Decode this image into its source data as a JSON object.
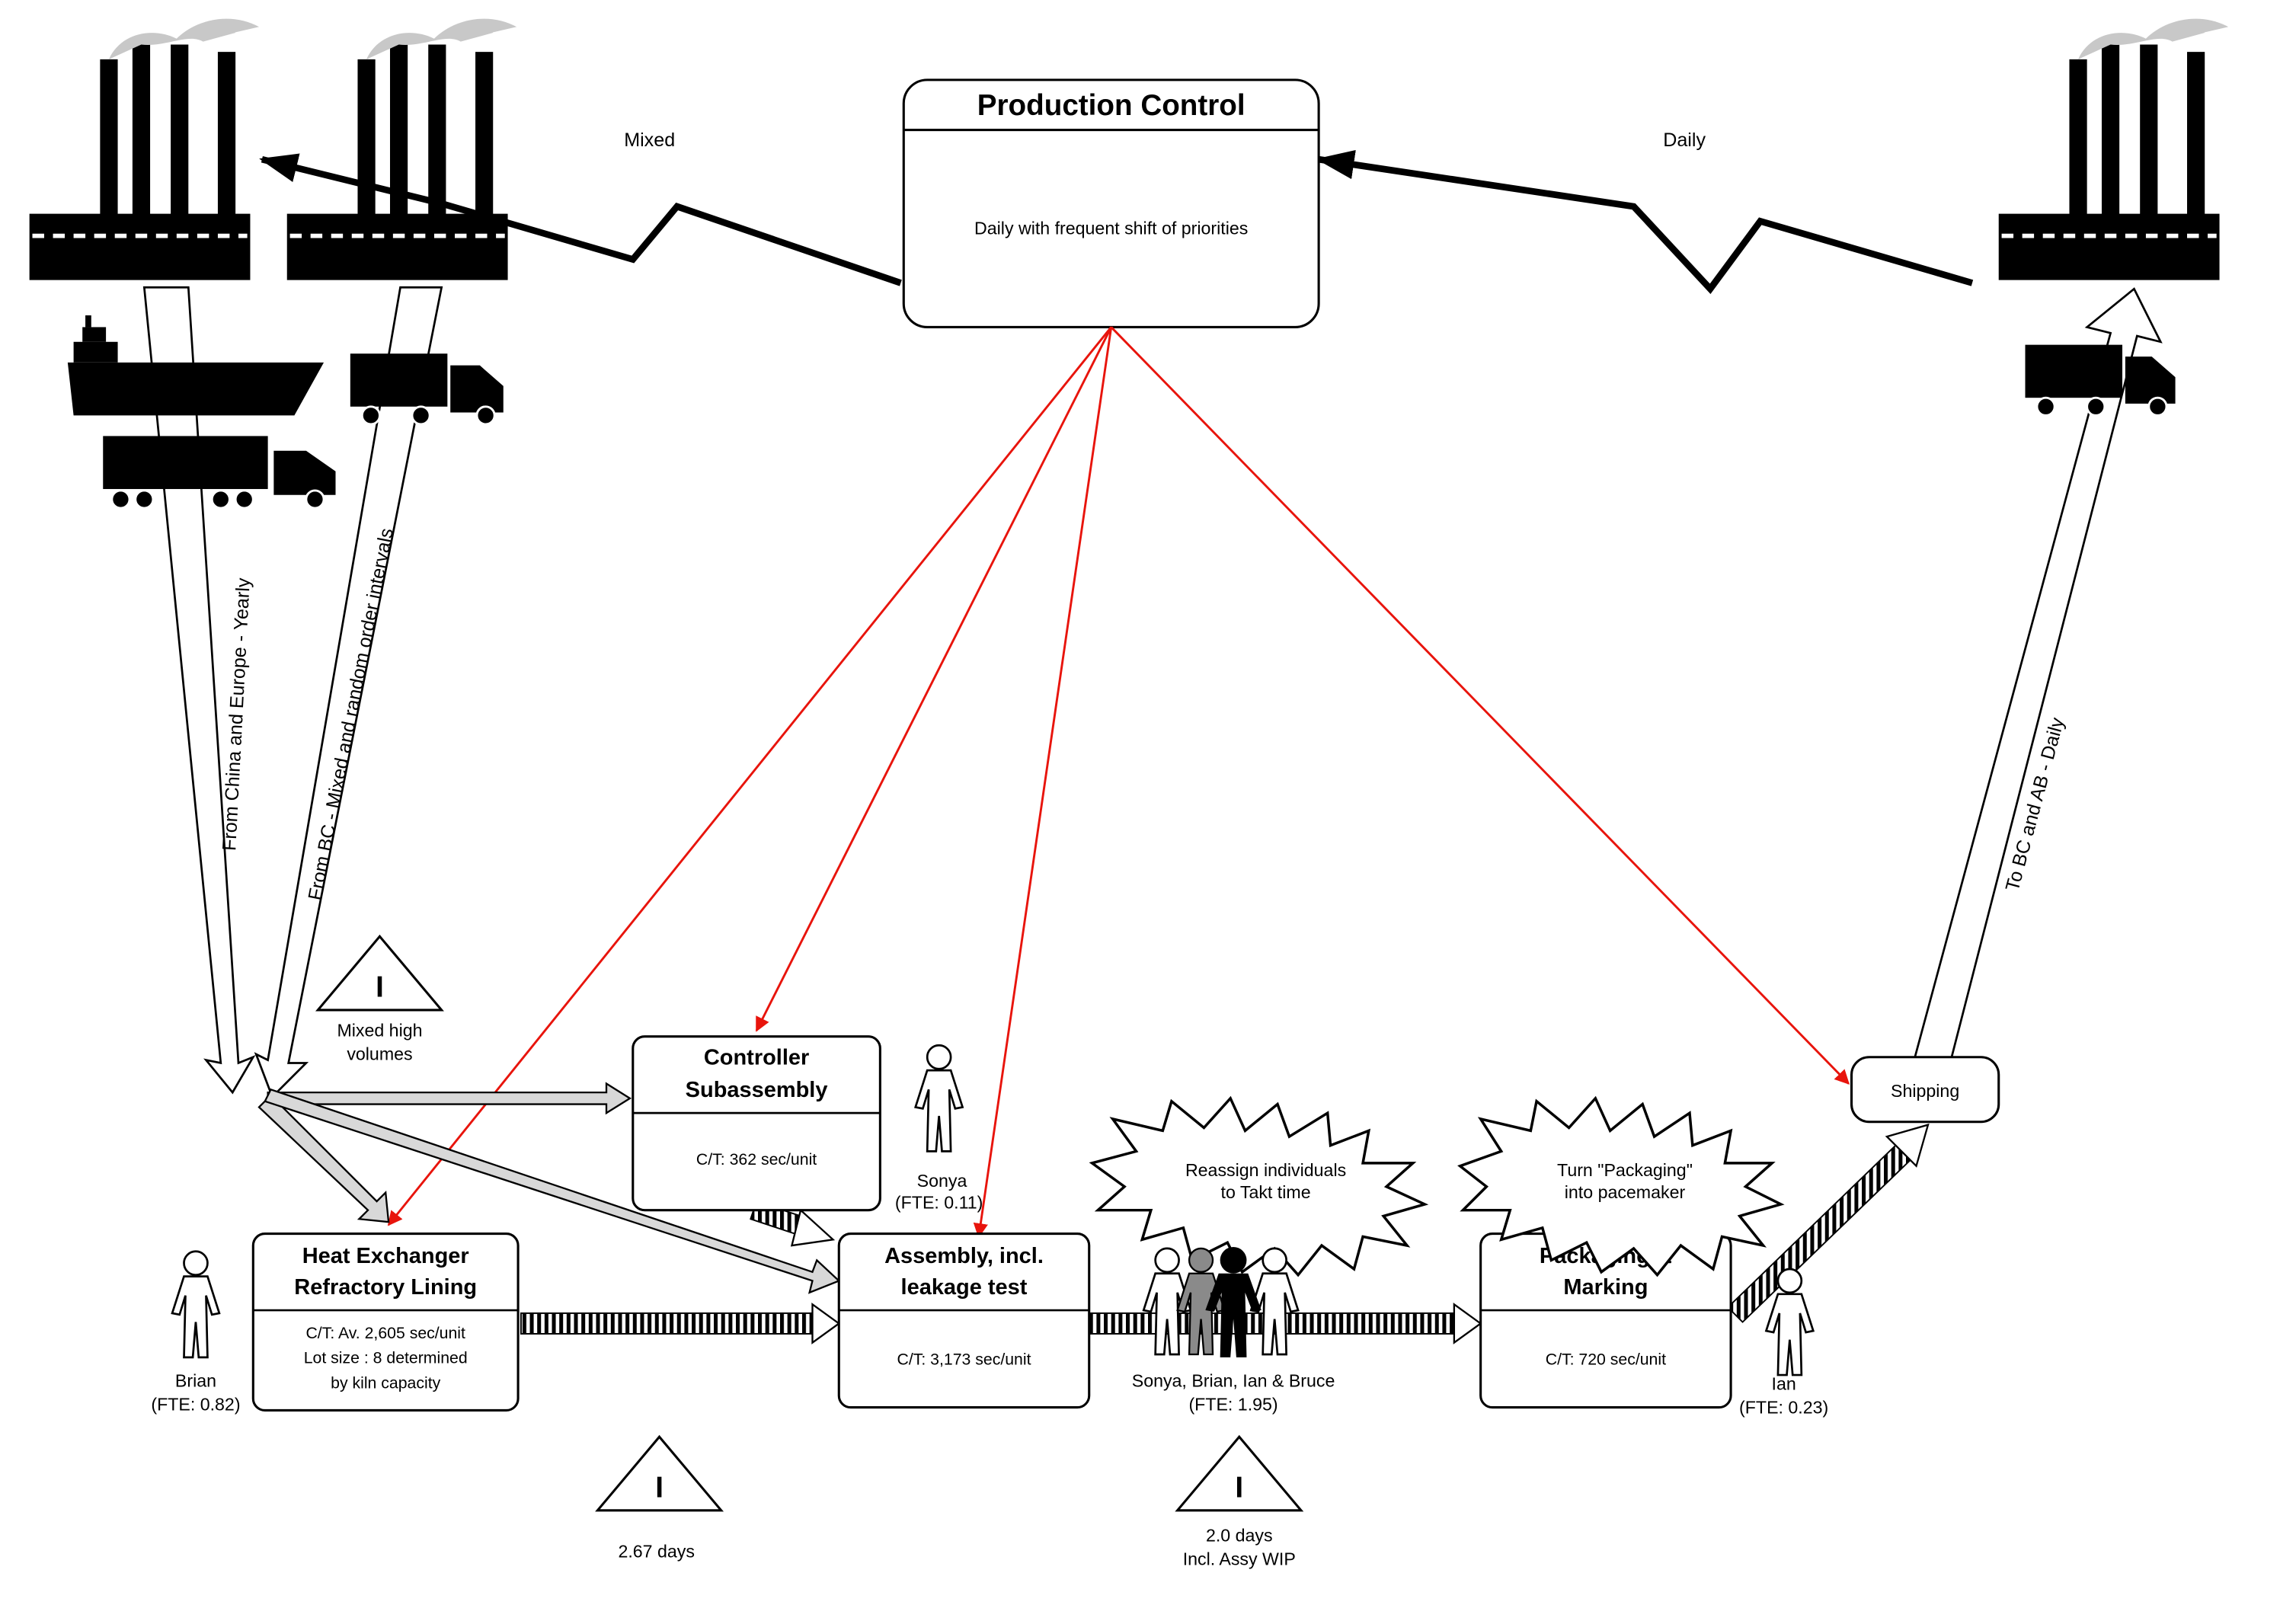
{
  "production_control": {
    "title": "Production Control",
    "note": "Daily with frequent shift of priorities"
  },
  "info_flows": {
    "supplier_signal": "Mixed",
    "customer_signal": "Daily"
  },
  "supplier_routes": {
    "overseas": "From China and Europe - Yearly",
    "local": "From BC - Mixed and random order intervals"
  },
  "customer_route": "To BC and AB - Daily",
  "processes": {
    "heat_exchanger": {
      "title_line1": "Heat Exchanger",
      "title_line2": "Refractory Lining",
      "data_line1": "C/T: Av. 2,605 sec/unit",
      "data_line2": "Lot size : 8 determined",
      "data_line3": "by kiln capacity"
    },
    "controller": {
      "title_line1": "Controller",
      "title_line2": "Subassembly",
      "data_line1": "C/T: 362 sec/unit"
    },
    "assembly": {
      "title_line1": "Assembly, incl.",
      "title_line2": "leakage test",
      "data_line1": "C/T: 3,173 sec/unit"
    },
    "packaging": {
      "title_line1": "Packaging &",
      "title_line2": "Marking",
      "data_line1": "C/T: 720 sec/unit"
    },
    "shipping": {
      "title": "Shipping"
    }
  },
  "inventory": {
    "raw": {
      "symbol": "I",
      "line1": "Mixed high",
      "line2": "volumes"
    },
    "he_to_assy": {
      "symbol": "I",
      "line1": "2.67 days"
    },
    "assy_to_pack": {
      "symbol": "I",
      "line1": "2.0 days",
      "line2": "Incl. Assy WIP"
    }
  },
  "operators": {
    "sonya": {
      "name": "Sonya",
      "fte": "(FTE: 0.11)"
    },
    "brian": {
      "name": "Brian",
      "fte": "(FTE: 0.82)"
    },
    "team": {
      "name": "Sonya, Brian, Ian & Bruce",
      "fte": "(FTE: 1.95)"
    },
    "ian": {
      "name": "Ian",
      "fte": "(FTE: 0.23)"
    }
  },
  "kaizen": {
    "takt": {
      "line1": "Reassign individuals",
      "line2": "to Takt time"
    },
    "pacemaker": {
      "line1": "Turn \"Packaging\"",
      "line2": "into pacemaker"
    }
  },
  "icons": [
    "factory-icon",
    "ship-icon",
    "truck-icon",
    "person-icon",
    "kaizen-burst-icon",
    "inventory-triangle-icon",
    "lightning-arrow-icon",
    "push-arrow-icon"
  ],
  "colors": {
    "schedule_line": "#e8140c",
    "ink": "#000000",
    "smoke": "#c8c8c8",
    "shipment_arrow_fill": "#ffffff",
    "material_arrow_fill": "#d8d8d8",
    "team_member_gray": "#8a8a8a"
  }
}
